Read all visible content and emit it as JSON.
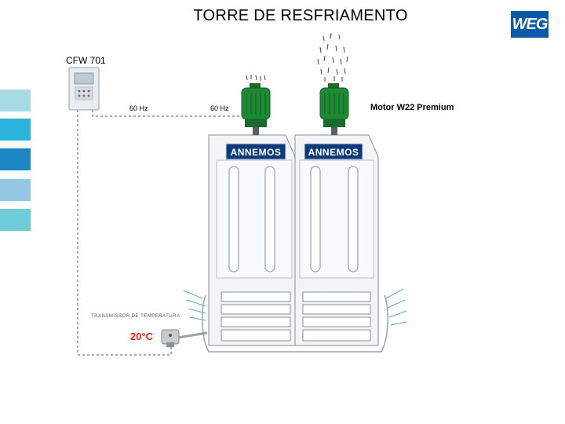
{
  "title": "TORRE DE RESFRIAMENTO",
  "logo": {
    "text": "WEG",
    "color": "#0a5aa8"
  },
  "drive": {
    "label": "CFW 701"
  },
  "frequencies": {
    "left": "60 Hz",
    "right": "60 Hz"
  },
  "motor": {
    "label": "Motor W22 Premium"
  },
  "towers": [
    {
      "brand": "ANNEMOS"
    },
    {
      "brand": "ANNEMOS"
    }
  ],
  "sensor": {
    "label": "TRANSMISSOR DE TEMPERATURA"
  },
  "temperature": {
    "value": "20°C",
    "color": "#e0261b"
  },
  "palette": [
    "#a6dbe4",
    "#2bb3dc",
    "#1b86c2",
    "#93c7e3",
    "#6ecbda"
  ],
  "icons": [
    "drive-icon",
    "motor-icon",
    "temperature-sensor-icon",
    "cooling-tower-icon",
    "water-spray-icon",
    "air-flow-icon"
  ]
}
